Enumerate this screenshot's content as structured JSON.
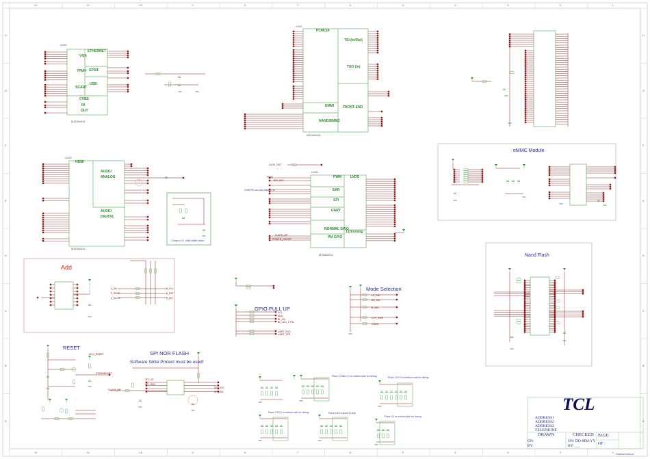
{
  "border": {
    "columns": [
      "12",
      "11",
      "10",
      "9",
      "8",
      "7",
      "6",
      "5",
      "4",
      "3",
      "2",
      "1"
    ],
    "rows": [
      "H",
      "G",
      "F",
      "E",
      "D",
      "C",
      "B",
      "A"
    ]
  },
  "colors": {
    "wire": "#8b1a1a",
    "component": "#6ab06a",
    "block_title": "#2a8a2a",
    "note": "#2a2a9a",
    "add_title": "#e02020"
  },
  "video_block": {
    "ref": "U100",
    "sections": [
      "VGA",
      "ETHERNET",
      "YPbPr",
      "SPDIF",
      "USB",
      "SCART",
      "CVBS",
      "IN",
      "OUT"
    ],
    "part": "MSD6A918"
  },
  "pcmcia_block": {
    "ref": "U100",
    "sections": [
      "PCMCIA",
      "TSI (In/Out)",
      "TSO (In)",
      "EMMI",
      "FRONT-END",
      "NAND/EMMC"
    ],
    "part": "MSD6A918"
  },
  "hdmi_block": {
    "ref": "U100",
    "sections": [
      "HDMI",
      "AUDIO ANALOG",
      "AUDIO DIGITAL"
    ],
    "close_note": "Close to IC with width trace",
    "part": "MSD6A918"
  },
  "io_block": {
    "ref": "U100",
    "sections": [
      "PWM",
      "LVDS",
      "EAR",
      "SPI",
      "UART",
      "NORMAL GPIO",
      "PM GPIO",
      "LDimming"
    ],
    "nets": [
      "LVDS_OUT",
      "PWM",
      "BRI_ADJ",
      "FLASH_WP",
      "POWER_ON/OFF"
    ],
    "note": "DVB/PRI can only allow 3.3V",
    "part": "MSD6A918"
  },
  "emmc": {
    "title": "eMMC Module"
  },
  "nand": {
    "title": "Nand Flash"
  },
  "add": {
    "title": "Add",
    "nets": [
      "2_DA",
      "2_DATS",
      "2_DUTS",
      "2_CLK",
      "2_DAT",
      "2_DIO"
    ]
  },
  "reset": {
    "title": "RESET",
    "nets": [
      "MCU_RESET",
      "STANDBY/NET"
    ]
  },
  "spi": {
    "title": "SPI NOR FLASH",
    "warning": "Software Write Protect must be used!",
    "nets": [
      "SPI_CS",
      "SPI_SDO",
      "FLASH_WP",
      "SPI_SCK",
      "SPI_SDI"
    ]
  },
  "gpio": {
    "title": "GPIO PULL UP",
    "nets": [
      "SCL",
      "SDA",
      "BL_EN",
      "BL_ADJ_CTRL",
      "UART_RXD",
      "UART_TXD"
    ]
  },
  "mode": {
    "title": "Mode Selection",
    "nets": [
      "LR_SEL",
      "BS_SEL",
      "B_SEL",
      "CTP_PWR",
      "GMAS"
    ]
  },
  "debug_notes": [
    "Place C3 like C4 on bottom side for debug",
    "Place C3/C4 on bottom side for debug",
    "Place C2/C4 on bottom side for debug",
    "Place C2/C3 close to chip",
    "Place C4 on bottom side for debug"
  ],
  "title_block": {
    "logo": "TCL",
    "address_lines": [
      "ADDRESS1",
      "ADDRESS2",
      "ADDRESS3",
      "TELEPHONE"
    ],
    "drawn": "DRAWN",
    "checked": "CHECKED",
    "page": "PAGE:",
    "drawn_on": "ON:",
    "drawn_by": "BY:",
    "checked_on": "ON: DD-MM-YY",
    "checked_by": "BY:  ___",
    "of": "OF :",
    "format": "FORMAT:DIN A3"
  }
}
